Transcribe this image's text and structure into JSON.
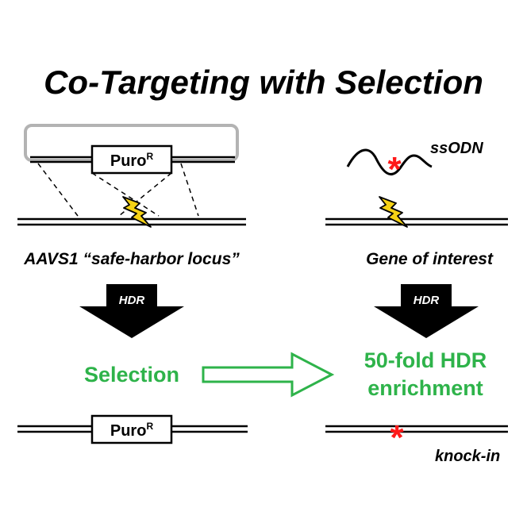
{
  "title": "Co-Targeting with Selection",
  "left": {
    "plasmid_cassette": "Puro",
    "plasmid_cassette_sup": "R",
    "locus_label": "AAVS1 “safe-harbor locus”",
    "arrow_label": "HDR",
    "step_label": "Selection",
    "result_cassette": "Puro",
    "result_cassette_sup": "R"
  },
  "right": {
    "donor_label": "ssODN",
    "locus_label": "Gene of interest",
    "arrow_label": "HDR",
    "result_line1": "50-fold HDR",
    "result_line2": "enrichment",
    "result_label": "knock-in"
  },
  "colors": {
    "green": "#2eb34a",
    "mutation": "#ff1a1a",
    "lightning": "#f5d215",
    "plasmid_outline": "#b3b3b3",
    "ink": "#000000"
  },
  "icons": {
    "cut": "lightning-bolt-icon",
    "mutation": "asterisk-icon"
  }
}
